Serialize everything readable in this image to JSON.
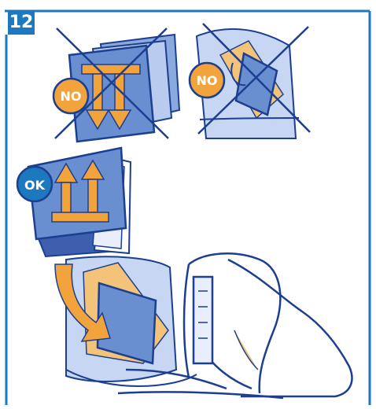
{
  "step": {
    "number": "12"
  },
  "badges": {
    "no_left": "NO",
    "no_right": "NO",
    "ok": "OK"
  },
  "colors": {
    "frame_blue": "#1c79c0",
    "badge_orange": "#f3a33c",
    "panel_blue": "#6a8fd0",
    "arrow_orange": "#f3a33c",
    "light_blue": "#c7d6f2"
  }
}
